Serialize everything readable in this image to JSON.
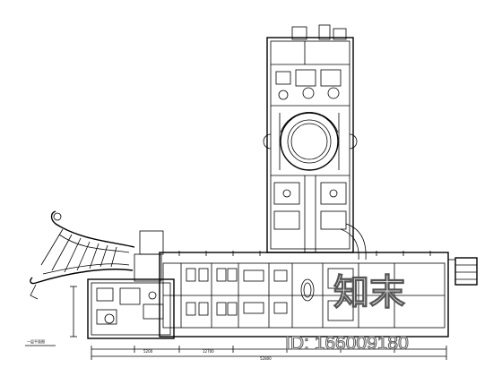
{
  "title_label": "一层平面图",
  "dimensions": {
    "seg1": "5200",
    "seg2": "12700",
    "total": "52800"
  },
  "watermark": {
    "logo_text": "知末",
    "id_text": "ID: 166009180"
  },
  "colors": {
    "line": "#000000",
    "background": "#ffffff",
    "watermark_outline": "#555555"
  }
}
